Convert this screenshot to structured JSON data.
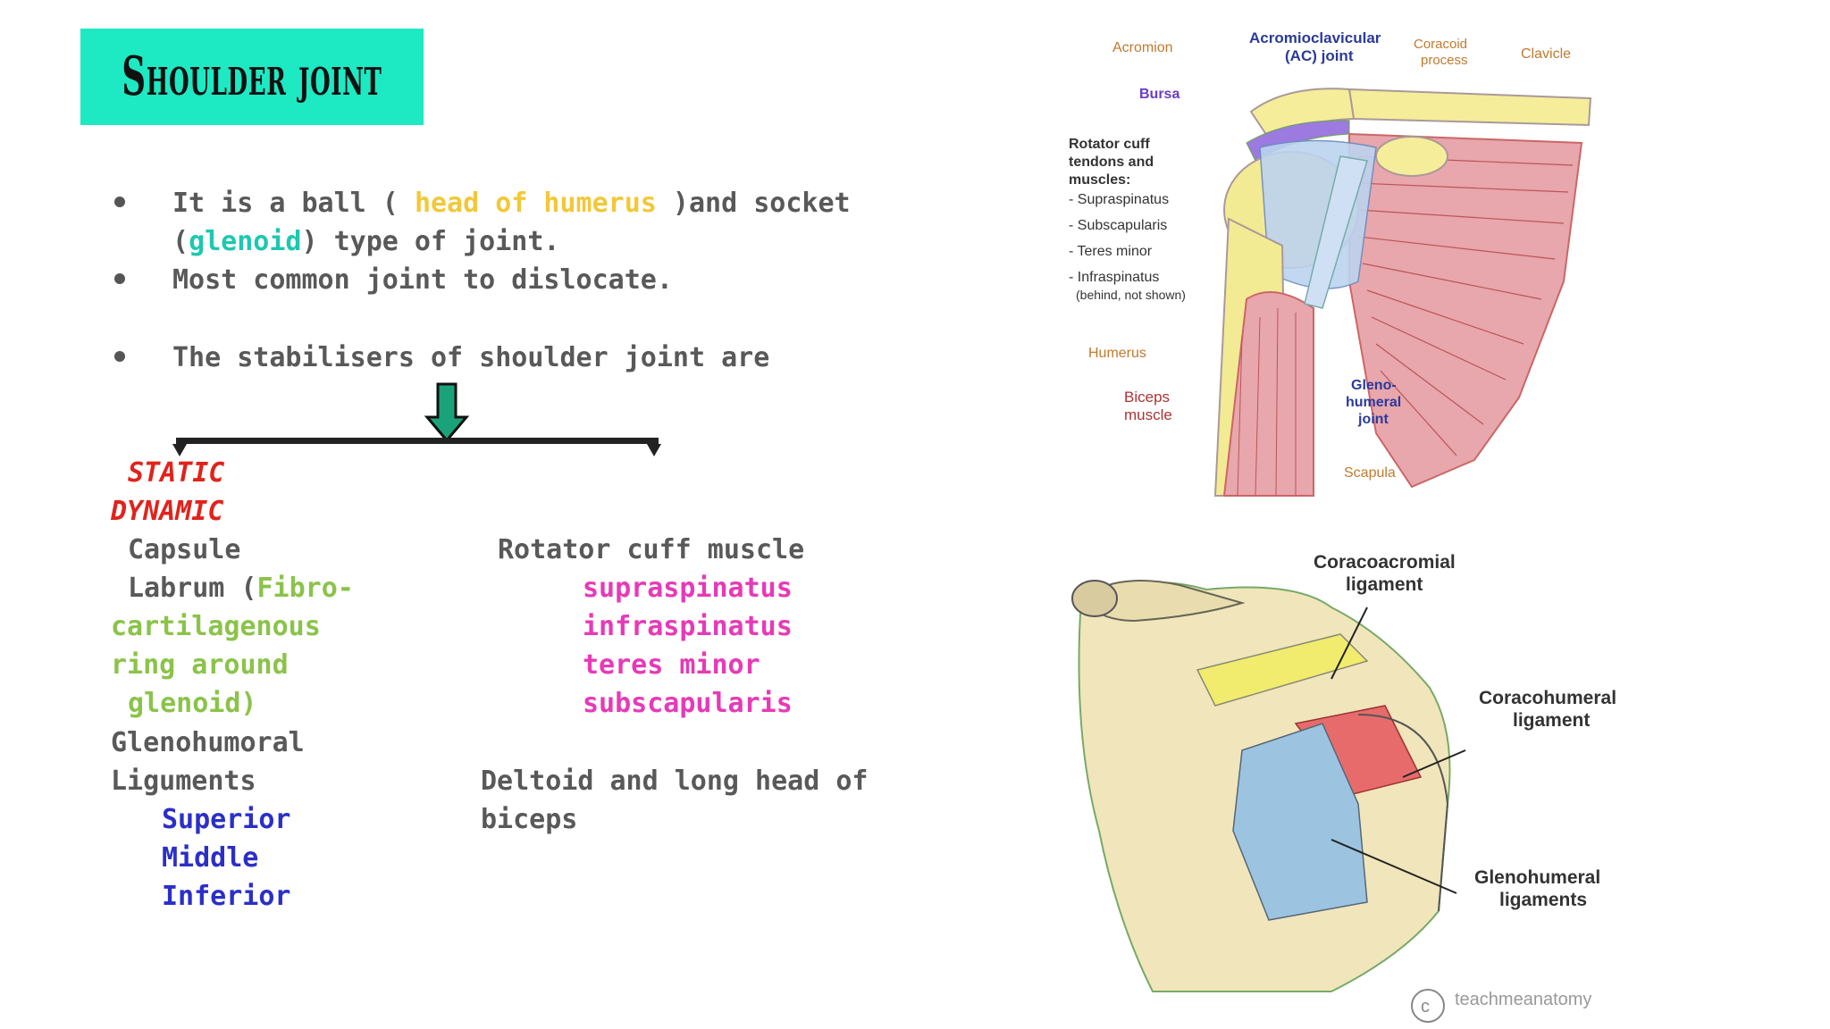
{
  "title": "Shoulder joint",
  "bullets": {
    "b1_part1": "It is a ball ( ",
    "b1_humerus": "head of humerus",
    "b1_part2": " )and socket",
    "b1_line2_open": "(",
    "b1_glenoid": "glenoid",
    "b1_line2_close": ") type of joint.",
    "b2": "Most common joint to dislocate.",
    "b3": "The stabilisers of shoulder joint are"
  },
  "static_label": "STATIC",
  "dynamic_label": "DYNAMIC",
  "static_col": {
    "capsule": "Capsule",
    "labrum_prefix": "Labrum (",
    "labrum_fibro": "Fibro-",
    "labrum_line2": "cartilagenous",
    "labrum_line3": "ring around",
    "labrum_line4": "glenoid)",
    "glenohumoral": "Glenohumoral",
    "liguments": "Liguments",
    "superior": "Superior",
    "middle": "Middle",
    "inferior": "Inferior"
  },
  "dynamic_col": {
    "rotator": "Rotator cuff muscle",
    "muscles": [
      "supraspinatus",
      "infraspinatus",
      "teres minor",
      "subscapularis"
    ],
    "deltoid_line1": "Deltoid and long head of",
    "deltoid_line2": "biceps"
  },
  "diagram1": {
    "acromion": "Acromion",
    "ac_joint_1": "Acromioclavicular",
    "ac_joint_2": "(AC) joint",
    "coracoid_1": "Coracoid",
    "coracoid_2": "process",
    "clavicle": "Clavicle",
    "bursa": "Bursa",
    "rotator_1": "Rotator cuff",
    "rotator_2": "tendons and",
    "rotator_3": "muscles:",
    "supra": "- Supraspinatus",
    "subscap": "- Subscapularis",
    "teres": "- Teres minor",
    "infra": "- Infraspinatus",
    "infra_note": "(behind, not shown)",
    "humerus": "Humerus",
    "biceps_1": "Biceps",
    "biceps_2": "muscle",
    "gleno_1": "Gleno-",
    "gleno_2": "humeral",
    "gleno_3": "joint",
    "scapula": "Scapula"
  },
  "diagram2": {
    "coracoacromial_1": "Coracoacromial",
    "coracoacromial_2": "ligament",
    "coracohumeral_1": "Coracohumeral",
    "coracohumeral_2": "ligament",
    "glenohumeral_1": "Glenohumeral",
    "glenohumeral_2": "ligaments",
    "watermark": "teachmeanatomy"
  },
  "colors": {
    "title_bg": "#1de9c3",
    "highlight_yellow": "#f2c83a",
    "highlight_cyan": "#1ec7b0",
    "static_red": "#e0231c",
    "green_text": "#8bc34a",
    "magenta_text": "#e63ab7",
    "blue_text": "#2b2fc7",
    "arrow_green": "#1aa37a"
  }
}
